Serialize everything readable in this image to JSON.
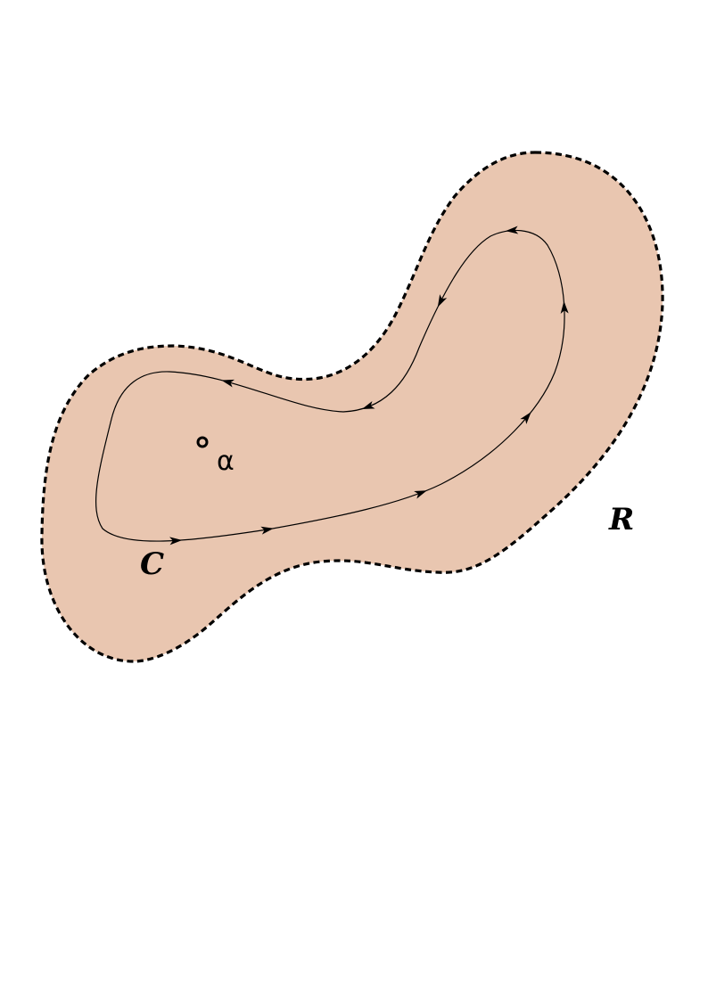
{
  "colors": {
    "region_fill": "#e9c6b0",
    "stroke": "#000000",
    "background": "#ffffff"
  },
  "labels": {
    "region": "R",
    "contour": "C",
    "point": "α"
  }
}
